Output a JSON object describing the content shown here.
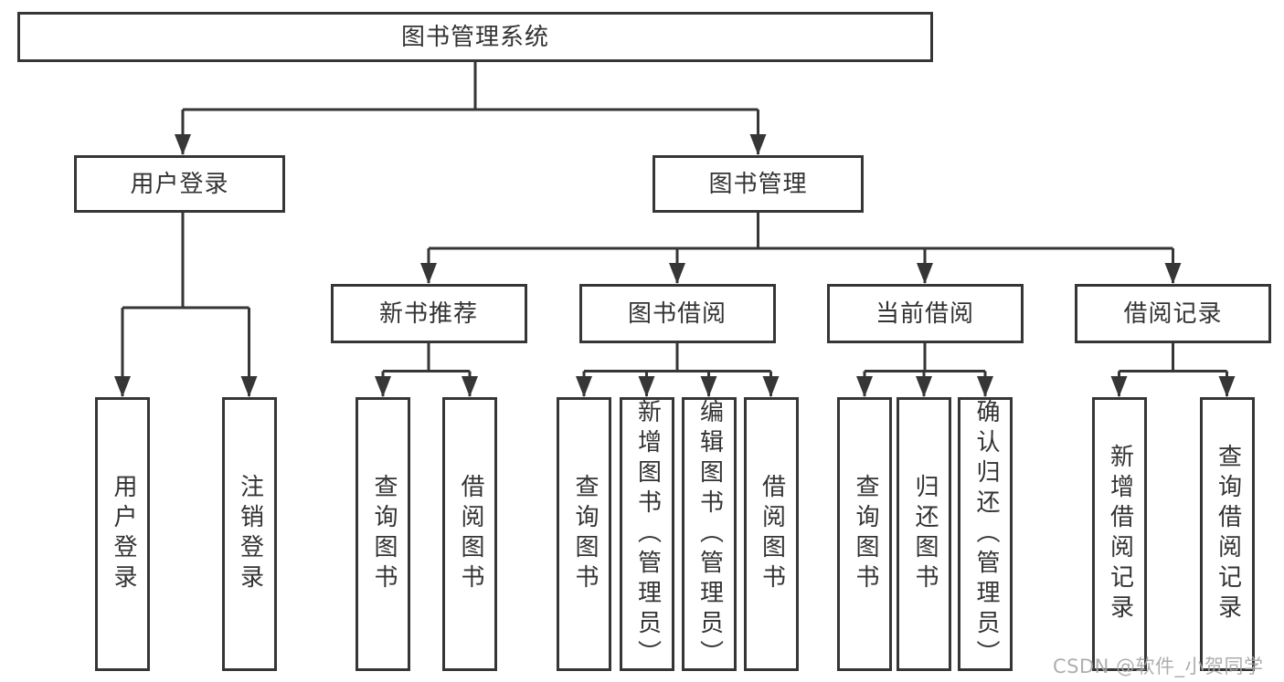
{
  "tree": {
    "label": "图书管理系统",
    "children": [
      {
        "label": "用户登录",
        "children": [
          {
            "label": "用户登录"
          },
          {
            "label": "注销登录"
          }
        ]
      },
      {
        "label": "图书管理",
        "children": [
          {
            "label": "新书推荐",
            "children": [
              {
                "label": "查询图书"
              },
              {
                "label": "借阅图书"
              }
            ]
          },
          {
            "label": "图书借阅",
            "children": [
              {
                "label": "查询图书"
              },
              {
                "label": "新增图书（管理员）"
              },
              {
                "label": "编辑图书（管理员）"
              },
              {
                "label": "借阅图书"
              }
            ]
          },
          {
            "label": "当前借阅",
            "children": [
              {
                "label": "查询图书"
              },
              {
                "label": "归还图书"
              },
              {
                "label": "确认归还（管理员）"
              }
            ]
          },
          {
            "label": "借阅记录",
            "children": [
              {
                "label": "新增借阅记录"
              },
              {
                "label": "查询借阅记录"
              }
            ]
          }
        ]
      }
    ]
  },
  "watermark": {
    "text": "CSDN @软件_小贺同学"
  },
  "colors": {
    "line": "#363636",
    "text": "#333333",
    "background": "#ffffff",
    "watermark_text": "#a6a6a6"
  }
}
